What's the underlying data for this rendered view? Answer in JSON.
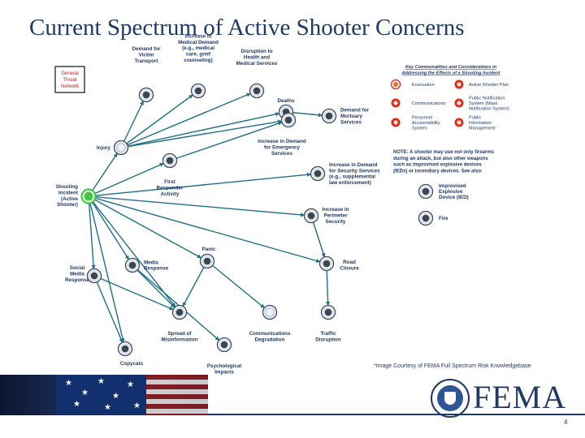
{
  "title": "Current Spectrum of Active Shooter Concerns",
  "credit": "*Image Courtesy of FEMA Full Spectrum Risk Knowledgebase",
  "page_number": "4",
  "logo_text": "FEMA",
  "colors": {
    "navy": "#1f3864",
    "node_dark": "#3a4652",
    "node_ring": "#c6d3e6",
    "hub_green": "#3ec93e",
    "line": "#1f6f86",
    "legend_red": "#e0261f",
    "legend_orange": "#e0783a"
  },
  "threat_box": [
    "General",
    "Threat",
    "Network"
  ],
  "nodes": [
    {
      "id": "demand_victim",
      "label": [
        "Demand for",
        "Victim",
        "Transport"
      ],
      "style": "dark"
    },
    {
      "id": "medical_demand",
      "label": [
        "Increase in",
        "Medical Demand",
        "(e.g., medical",
        "care, grief",
        "counseling)"
      ],
      "style": "dark"
    },
    {
      "id": "disruption_health",
      "label": [
        "Disruption to",
        "Health and",
        "Medical Services"
      ],
      "style": "dark"
    },
    {
      "id": "deaths",
      "label": [
        "Deaths"
      ],
      "style": "dark"
    },
    {
      "id": "mortuary",
      "label": [
        "Demand for",
        "Mortuary",
        "Services"
      ],
      "style": "dark"
    },
    {
      "id": "emergency_services",
      "label": [
        "Increase in Demand",
        "for Emergency",
        "Services"
      ],
      "style": "dark"
    },
    {
      "id": "injury",
      "label": [
        "Injury"
      ],
      "style": "light"
    },
    {
      "id": "first_responder",
      "label": [
        "First",
        "Responder",
        "Activity"
      ],
      "style": "dark"
    },
    {
      "id": "security_services",
      "label": [
        "Increase in Demand",
        "for Security Services",
        "(e.g., supplemental",
        "law enforcement)"
      ],
      "style": "dark"
    },
    {
      "id": "shooting_incident",
      "label": [
        "Shooting",
        "Incident",
        "(Active",
        "Shooter)"
      ],
      "style": "hub"
    },
    {
      "id": "perimeter",
      "label": [
        "Increase in",
        "Perimeter",
        "Security"
      ],
      "style": "dark"
    },
    {
      "id": "panic",
      "label": [
        "Panic"
      ],
      "style": "dark"
    },
    {
      "id": "media_response",
      "label": [
        "Media",
        "Response"
      ],
      "style": "dark"
    },
    {
      "id": "road_closure",
      "label": [
        "Road",
        "Closure"
      ],
      "style": "dark"
    },
    {
      "id": "social_media",
      "label": [
        "Social",
        "Media",
        "Response"
      ],
      "style": "dark"
    },
    {
      "id": "spread_misinfo",
      "label": [
        "Spread of",
        "Misinformation"
      ],
      "style": "dark"
    },
    {
      "id": "comm_degradation",
      "label": [
        "Communications",
        "Degradation"
      ],
      "style": "light"
    },
    {
      "id": "traffic_disruption",
      "label": [
        "Traffic",
        "Disruption"
      ],
      "style": "dark"
    },
    {
      "id": "copycats",
      "label": [
        "Copycats"
      ],
      "style": "dark"
    },
    {
      "id": "psych_impacts",
      "label": [
        "Psychological",
        "Impacts"
      ],
      "style": "dark"
    }
  ],
  "edges": [
    [
      "shooting_incident",
      "injury"
    ],
    [
      "shooting_incident",
      "first_responder"
    ],
    [
      "shooting_incident",
      "security_services"
    ],
    [
      "shooting_incident",
      "perimeter"
    ],
    [
      "shooting_incident",
      "panic"
    ],
    [
      "shooting_incident",
      "media_response"
    ],
    [
      "shooting_incident",
      "social_media"
    ],
    [
      "shooting_incident",
      "road_closure"
    ],
    [
      "shooting_incident",
      "spread_misinfo"
    ],
    [
      "shooting_incident",
      "copycats"
    ],
    [
      "injury",
      "demand_victim"
    ],
    [
      "injury",
      "medical_demand"
    ],
    [
      "injury",
      "disruption_health"
    ],
    [
      "injury",
      "deaths"
    ],
    [
      "injury",
      "emergency_services"
    ],
    [
      "deaths",
      "mortuary"
    ],
    [
      "first_responder",
      "emergency_services"
    ],
    [
      "perimeter",
      "road_closure"
    ],
    [
      "road_closure",
      "traffic_disruption"
    ],
    [
      "panic",
      "spread_misinfo"
    ],
    [
      "panic",
      "comm_degradation"
    ],
    [
      "media_response",
      "spread_misinfo"
    ],
    [
      "media_response",
      "psych_impacts"
    ],
    [
      "social_media",
      "spread_misinfo"
    ],
    [
      "social_media",
      "copycats"
    ]
  ],
  "legend": {
    "title": [
      "Key Commonalities and Considerations in",
      "Addressing the Effects of a Shooting Incident"
    ],
    "items": [
      {
        "col": 1,
        "label": [
          "Evacuation"
        ],
        "marker": "ring"
      },
      {
        "col": 2,
        "label": [
          "Active Shooter Plan"
        ],
        "marker": "star"
      },
      {
        "col": 1,
        "label": [
          "Communications"
        ],
        "marker": "star"
      },
      {
        "col": 2,
        "label": [
          "Public Notification",
          "System (Mass",
          "Notification System)"
        ],
        "marker": "star"
      },
      {
        "col": 1,
        "label": [
          "Personnel",
          "Accountability",
          "System"
        ],
        "marker": "star"
      },
      {
        "col": 2,
        "label": [
          "Public",
          "Information",
          "Management"
        ],
        "marker": "star"
      }
    ],
    "note": [
      "NOTE: A shooter may use not only firearms",
      "during an attack, but also other weapons",
      "such as improvised explosive devices",
      "(IEDs) or incendiary devices. See also:"
    ],
    "see_also": [
      {
        "label": [
          "Improvised",
          "Explosive",
          "Device (IED)"
        ],
        "style": "dark"
      },
      {
        "label": [
          "Fire"
        ],
        "style": "dark"
      }
    ]
  }
}
